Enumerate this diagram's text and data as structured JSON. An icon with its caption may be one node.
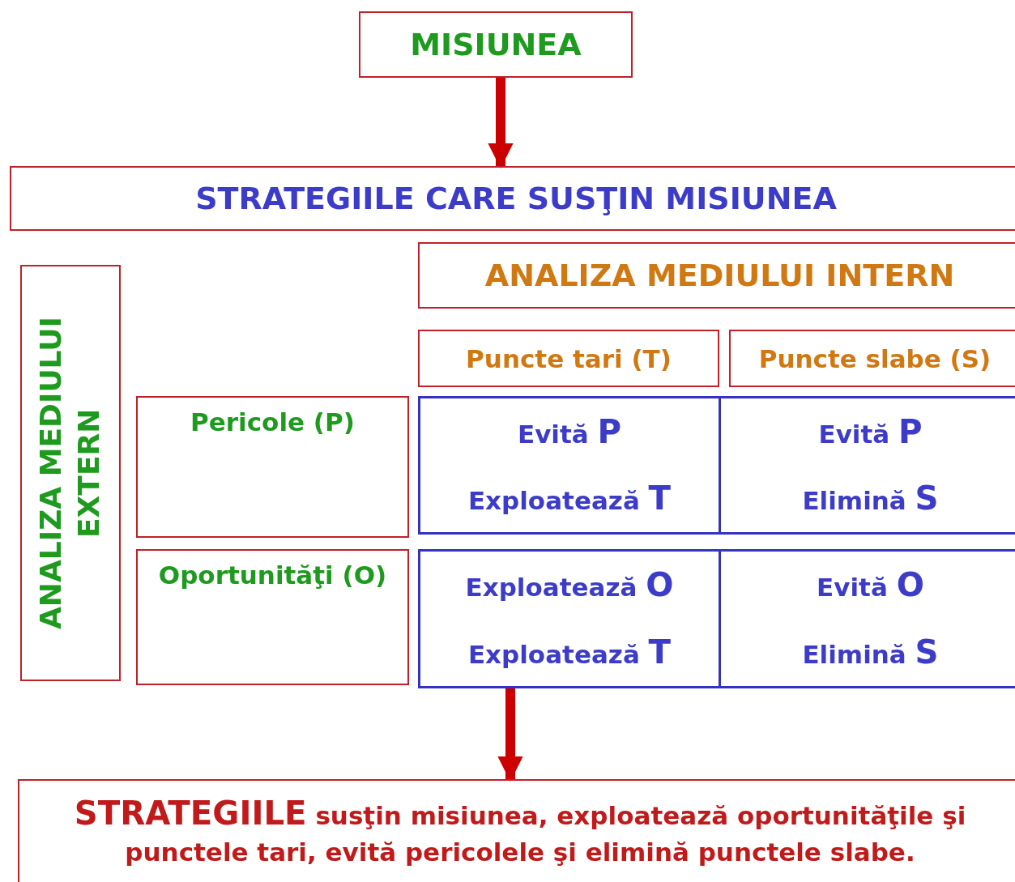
{
  "diagram": {
    "nodes": [
      {
        "text": [
          "MISIUNEA"
        ]
      },
      {
        "text": [
          "STRATEGIILE CARE SUSŢIN MISIUNEA"
        ]
      },
      {
        "text": [
          "ANALIZA MEDIULUI INTERN"
        ]
      },
      {
        "text": [
          "Puncte tari (T)"
        ]
      },
      {
        "text": [
          "Puncte slabe (S)"
        ]
      },
      {
        "text": [
          "ANALIZA MEDIULUI EXTERN"
        ]
      },
      {
        "text": [
          "Pericole (P)"
        ]
      },
      {
        "text": [
          "Oportunităţi (O)"
        ]
      },
      {
        "text": [
          "Evită **P**",
          "Exploatează **T**"
        ]
      },
      {
        "text": [
          "Evită **P**",
          "Elimină **S**"
        ]
      },
      {
        "text": [
          "Exploatează **O**",
          "Exploatează **T**"
        ]
      },
      {
        "text": [
          "Evită **O**",
          "Elimină **S**"
        ]
      },
      {
        "text": [
          "**STRATEGIILE** susţin misiunea, exploatează oportunităţile şi punctele tari, evită pericolele şi elimină punctele slabe."
        ]
      }
    ],
    "edges": [
      {
        "from": 0,
        "to": 1,
        "arrow": "to"
      },
      {
        "from": 10,
        "to": 12,
        "arrow": "to"
      }
    ]
  }
}
